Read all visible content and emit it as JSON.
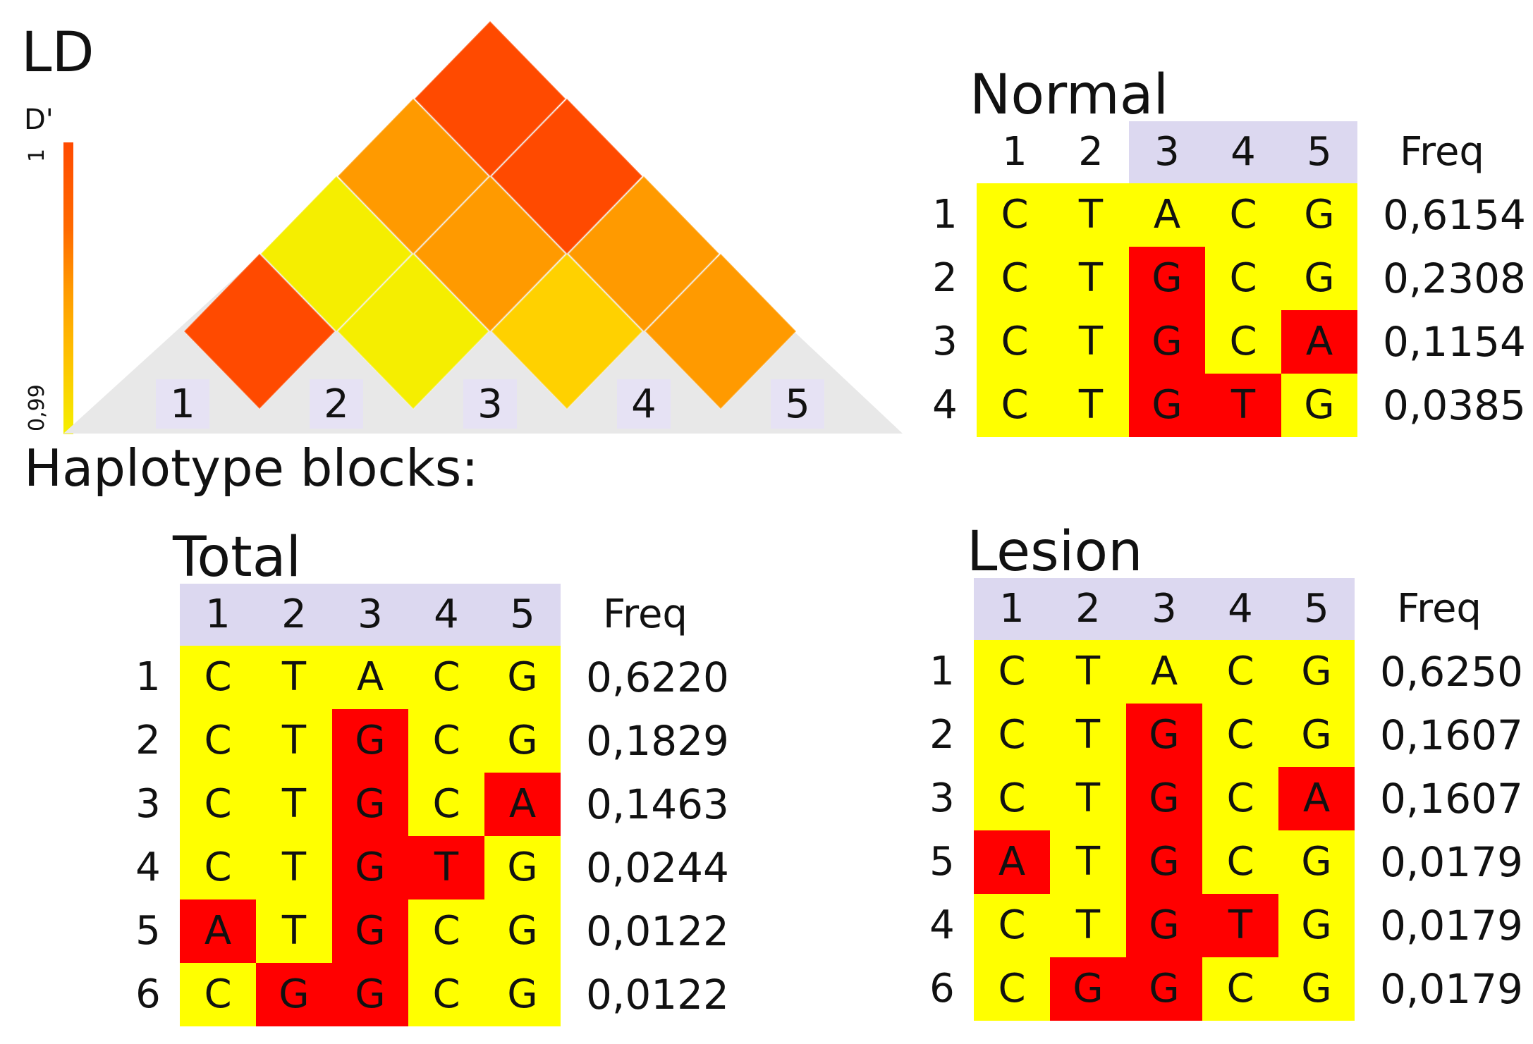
{
  "colors": {
    "common": "#ffff00",
    "minor": "#ff0000",
    "header": "#dcd8f0",
    "ld_background": "#e8e8e8"
  },
  "ld": {
    "title": "LD",
    "metric": "D'",
    "scale_max_label": "1",
    "scale_min_label": "0,99",
    "markers": [
      "1",
      "2",
      "3",
      "4",
      "5"
    ],
    "cells": [
      {
        "i": 1,
        "j": 2,
        "color": "#ff4a00"
      },
      {
        "i": 2,
        "j": 3,
        "color": "#f5ee00"
      },
      {
        "i": 3,
        "j": 4,
        "color": "#ffd100"
      },
      {
        "i": 4,
        "j": 5,
        "color": "#ff9a00"
      },
      {
        "i": 1,
        "j": 3,
        "color": "#f5ee00"
      },
      {
        "i": 2,
        "j": 4,
        "color": "#ff9a00"
      },
      {
        "i": 3,
        "j": 5,
        "color": "#ff9a00"
      },
      {
        "i": 1,
        "j": 4,
        "color": "#ff9a00"
      },
      {
        "i": 2,
        "j": 5,
        "color": "#ff4a00"
      },
      {
        "i": 1,
        "j": 5,
        "color": "#ff4a00"
      }
    ]
  },
  "blocks_label": "Haplotype blocks:",
  "tables": {
    "normal": {
      "title": "Normal",
      "columns": [
        "1",
        "2",
        "3",
        "4",
        "5"
      ],
      "highlight_columns": [
        3,
        4,
        5
      ],
      "freq_header": "Freq",
      "rows": [
        {
          "label": "1",
          "alleles": [
            "C",
            "T",
            "A",
            "C",
            "G"
          ],
          "minor": [
            false,
            false,
            false,
            false,
            false
          ],
          "freq": "0,6154"
        },
        {
          "label": "2",
          "alleles": [
            "C",
            "T",
            "G",
            "C",
            "G"
          ],
          "minor": [
            false,
            false,
            true,
            false,
            false
          ],
          "freq": "0,2308"
        },
        {
          "label": "3",
          "alleles": [
            "C",
            "T",
            "G",
            "C",
            "A"
          ],
          "minor": [
            false,
            false,
            true,
            false,
            true
          ],
          "freq": "0,1154"
        },
        {
          "label": "4",
          "alleles": [
            "C",
            "T",
            "G",
            "T",
            "G"
          ],
          "minor": [
            false,
            false,
            true,
            true,
            false
          ],
          "freq": "0,0385"
        }
      ]
    },
    "total": {
      "title": "Total",
      "columns": [
        "1",
        "2",
        "3",
        "4",
        "5"
      ],
      "highlight_columns": [
        1,
        2,
        3,
        4,
        5
      ],
      "freq_header": "Freq",
      "rows": [
        {
          "label": "1",
          "alleles": [
            "C",
            "T",
            "A",
            "C",
            "G"
          ],
          "minor": [
            false,
            false,
            false,
            false,
            false
          ],
          "freq": "0,6220"
        },
        {
          "label": "2",
          "alleles": [
            "C",
            "T",
            "G",
            "C",
            "G"
          ],
          "minor": [
            false,
            false,
            true,
            false,
            false
          ],
          "freq": "0,1829"
        },
        {
          "label": "3",
          "alleles": [
            "C",
            "T",
            "G",
            "C",
            "A"
          ],
          "minor": [
            false,
            false,
            true,
            false,
            true
          ],
          "freq": "0,1463"
        },
        {
          "label": "4",
          "alleles": [
            "C",
            "T",
            "G",
            "T",
            "G"
          ],
          "minor": [
            false,
            false,
            true,
            true,
            false
          ],
          "freq": "0,0244"
        },
        {
          "label": "5",
          "alleles": [
            "A",
            "T",
            "G",
            "C",
            "G"
          ],
          "minor": [
            true,
            false,
            true,
            false,
            false
          ],
          "freq": "0,0122"
        },
        {
          "label": "6",
          "alleles": [
            "C",
            "G",
            "G",
            "C",
            "G"
          ],
          "minor": [
            false,
            true,
            true,
            false,
            false
          ],
          "freq": "0,0122"
        }
      ]
    },
    "lesion": {
      "title": "Lesion",
      "columns": [
        "1",
        "2",
        "3",
        "4",
        "5"
      ],
      "highlight_columns": [
        1,
        2,
        3,
        4,
        5
      ],
      "freq_header": "Freq",
      "rows": [
        {
          "label": "1",
          "alleles": [
            "C",
            "T",
            "A",
            "C",
            "G"
          ],
          "minor": [
            false,
            false,
            false,
            false,
            false
          ],
          "freq": "0,6250"
        },
        {
          "label": "2",
          "alleles": [
            "C",
            "T",
            "G",
            "C",
            "G"
          ],
          "minor": [
            false,
            false,
            true,
            false,
            false
          ],
          "freq": "0,1607"
        },
        {
          "label": "3",
          "alleles": [
            "C",
            "T",
            "G",
            "C",
            "A"
          ],
          "minor": [
            false,
            false,
            true,
            false,
            true
          ],
          "freq": "0,1607"
        },
        {
          "label": "5",
          "alleles": [
            "A",
            "T",
            "G",
            "C",
            "G"
          ],
          "minor": [
            true,
            false,
            true,
            false,
            false
          ],
          "freq": "0,0179"
        },
        {
          "label": "4",
          "alleles": [
            "C",
            "T",
            "G",
            "T",
            "G"
          ],
          "minor": [
            false,
            false,
            true,
            true,
            false
          ],
          "freq": "0,0179"
        },
        {
          "label": "6",
          "alleles": [
            "C",
            "G",
            "G",
            "C",
            "G"
          ],
          "minor": [
            false,
            true,
            true,
            false,
            false
          ],
          "freq": "0,0179"
        }
      ]
    }
  }
}
